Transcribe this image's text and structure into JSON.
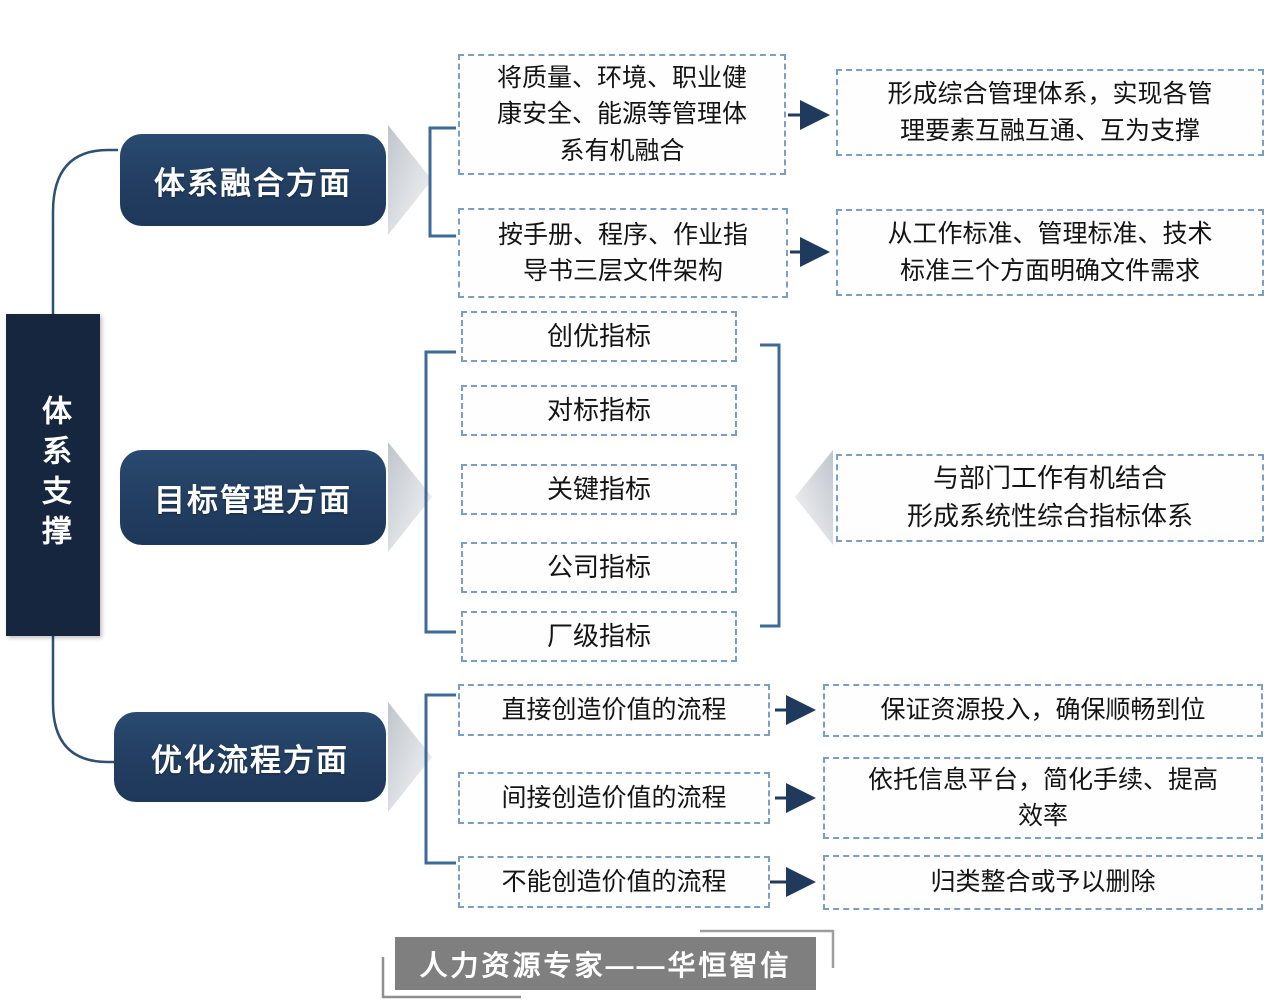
{
  "root": {
    "label": "体系支撑"
  },
  "branches": {
    "fusion": {
      "label": "体系融合方面"
    },
    "target": {
      "label": "目标管理方面"
    },
    "process": {
      "label": "优化流程方面"
    }
  },
  "fusion_rows": [
    {
      "left": "将质量、环境、职业健\n康安全、能源等管理体\n系有机融合",
      "right": "形成综合管理体系，实现各管\n理要素互融互通、互为支撑"
    },
    {
      "left": "按手册、程序、作业指\n导书三层文件架构",
      "right": "从工作标准、管理标准、技术\n标准三个方面明确文件需求"
    }
  ],
  "target_items": [
    {
      "label": "创优指标"
    },
    {
      "label": "对标指标"
    },
    {
      "label": "关键指标"
    },
    {
      "label": "公司指标"
    },
    {
      "label": "厂级指标"
    }
  ],
  "target_result": "与部门工作有机结合\n形成系统性综合指标体系",
  "process_rows": [
    {
      "left": "直接创造价值的流程",
      "right": "保证资源投入，确保顺畅到位"
    },
    {
      "left": "间接创造价值的流程",
      "right": "依托信息平台，简化手续、提高\n效率"
    },
    {
      "left": "不能创造价值的流程",
      "right": "归类整合或予以删除"
    }
  ],
  "footer": {
    "text": "人力资源专家——华恒智信"
  },
  "colors": {
    "root_box": "#16263f",
    "branch_box": "#223e61",
    "dashed_border": "#7b9ec4",
    "connector": "#3d6a96",
    "arrow": "#1f3a5c",
    "chevron_gray": "#c9ced4",
    "footer_bg": "#7f7f7f",
    "footer_corner": "#9e9e9e"
  }
}
